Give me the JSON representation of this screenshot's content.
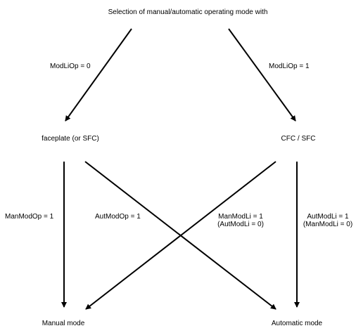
{
  "title": "Selection of manual/automatic operating mode with",
  "nodes": {
    "faceplate": "faceplate (or SFC)",
    "cfc_sfc": "CFC / SFC",
    "manual_mode": "Manual mode",
    "automatic_mode": "Automatic mode"
  },
  "edge_labels": {
    "modliop_0": "ModLiOp = 0",
    "modliop_1": "ModLiOp = 1",
    "manmodop": "ManModOp = 1",
    "autmodop": "AutModOp = 1",
    "manmodli_line1": "ManModLi = 1",
    "manmodli_line2": "(AutModLi = 0)",
    "autmodli_line1": "AutModLi = 1",
    "autmodli_line2": "(ManModLi = 0)"
  },
  "colors": {
    "line": "#000000",
    "background": "#ffffff"
  }
}
